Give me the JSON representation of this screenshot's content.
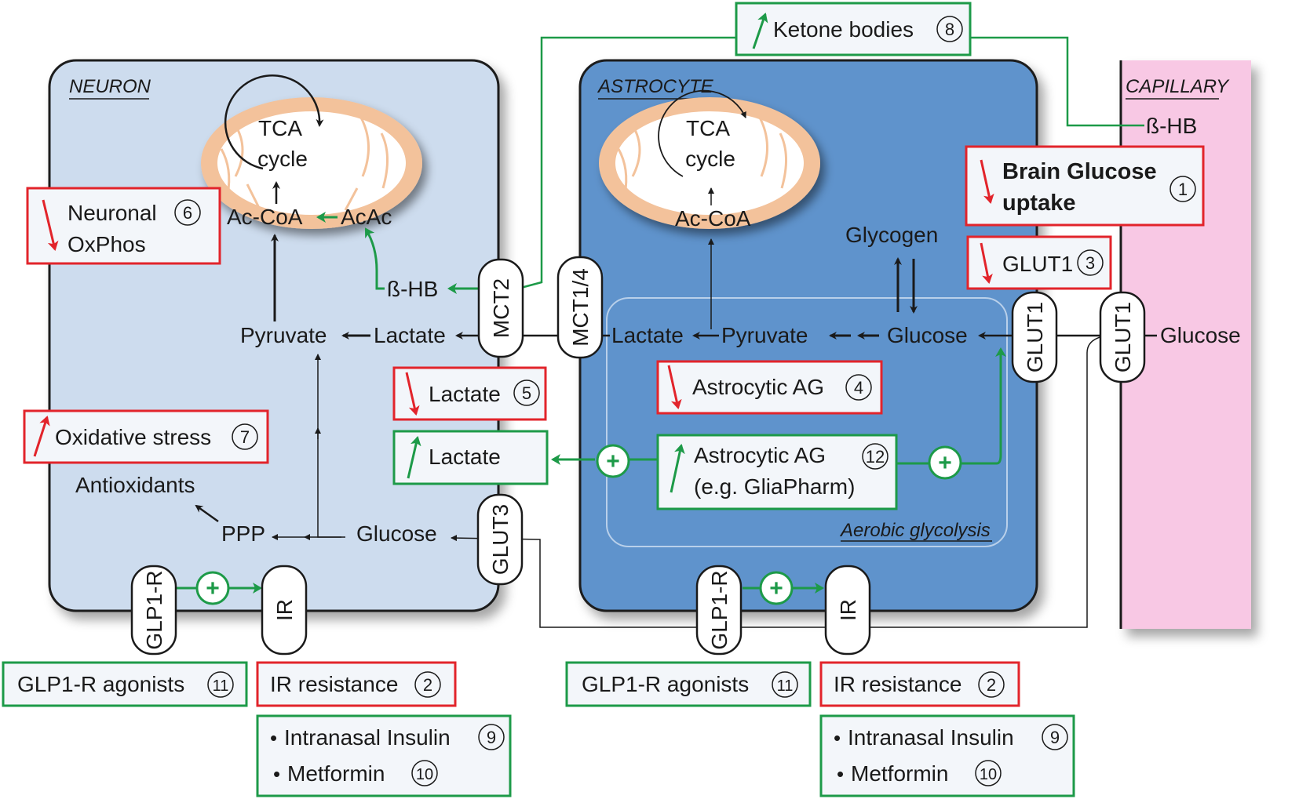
{
  "compartments": {
    "neuron": "NEURON",
    "astrocyte": "ASTROCYTE",
    "capillary": "CAPILLARY",
    "aerobic_glycolysis": "Aerobic glycolysis"
  },
  "metabolites": {
    "tca": "TCA",
    "cycle": "cycle",
    "acoa": "Ac-CoA",
    "acac": "AcAc",
    "bhb": "ß-HB",
    "pyruvate": "Pyruvate",
    "lactate": "Lactate",
    "glucose": "Glucose",
    "glycogen": "Glycogen",
    "antioxidants": "Antioxidants",
    "ppp": "PPP"
  },
  "transporters": {
    "mct2": "MCT2",
    "mct14": "MCT1/4",
    "glut1": "GLUT1",
    "glut3": "GLUT3",
    "glp1r": "GLP1-R",
    "ir": "IR"
  },
  "boxes": {
    "ketone": {
      "text": "Ketone bodies",
      "num": "8"
    },
    "brain_glucose": {
      "line1": "Brain Glucose",
      "line2": "uptake",
      "num": "1"
    },
    "glut1": {
      "text": "GLUT1",
      "num": "3"
    },
    "neuronal_oxphos": {
      "line1": "Neuronal",
      "line2": "OxPhos",
      "num": "6"
    },
    "lactate_down": {
      "text": "Lactate",
      "num": "5"
    },
    "astro_ag_down": {
      "text": "Astrocytic AG",
      "num": "4"
    },
    "oxidative": {
      "text": "Oxidative stress",
      "num": "7"
    },
    "lactate_up": {
      "text": "Lactate"
    },
    "astro_ag_up": {
      "line1": "Astrocytic AG",
      "line2": "(e.g. GliaPharm)",
      "num": "12"
    },
    "glp1_agonists": {
      "text": "GLP1-R agonists",
      "num": "11"
    },
    "ir_resistance": {
      "text": "IR resistance",
      "num": "2"
    },
    "intranasal": {
      "text": "Intranasal Insulin",
      "num": "9"
    },
    "metformin": {
      "text": "Metformin",
      "num": "10"
    }
  },
  "symbols": {
    "bullet": "•",
    "plus": "+"
  },
  "colors": {
    "neuron_fill": "#cddcee",
    "astrocyte_fill": "#5f93cc",
    "capillary_fill": "#f8c8e4",
    "mito_outer": "#f3c29b",
    "green": "#1d9a48",
    "red": "#e2242b",
    "box_fill": "#f3f6fa"
  }
}
